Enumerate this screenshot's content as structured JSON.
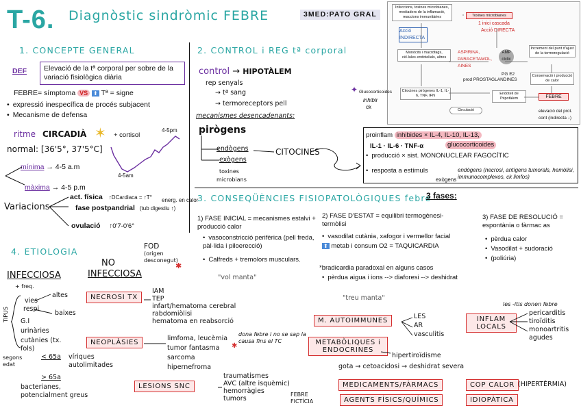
{
  "header": {
    "code": "T-6.",
    "title": "Diagnòstic sindròmic FEBRE",
    "course": "3MED:PATO GRAL"
  },
  "s1": {
    "title": "1. CONCEPTE GENERAL",
    "def_label": "DEF",
    "def_text": "Elevació de la tª corporal per sobre de la variació fisiològica diària",
    "febre_line_a": "FEBRE= símptoma",
    "vs": "VS",
    "febre_line_b": "Tª = signe",
    "bullets": [
      "expressió inespecífica de procés subjacent",
      "Mecanisme de defensa"
    ],
    "ritme_label": "ritme",
    "circadia": "CIRCADIÀ",
    "cortisol": "+ cortisol",
    "time_top": "4-5pm",
    "time_bottom": "4-5am",
    "normal": "normal: [36'5°, 37'5°C]",
    "minima_label": "mínima",
    "minima_time": "→ 4-5 a.m",
    "maxima_label": "màxima",
    "maxima_time": "→ 4-5 p.m",
    "variacions": "Variacions",
    "act_fisica": "act. física",
    "act_fisica_note": "↑DCardiaca = ↑T°",
    "fase_post": "fase postpandrial",
    "fase_post_note": "(tub digestiu ↑)",
    "fase_post_small": "energ. en calor",
    "ovulacio": "ovulació",
    "ovulacio_note": "↑0'7-0'6°"
  },
  "s2": {
    "title": "2. CONTROL i REG tª corporal",
    "control": "control",
    "hipotalem": "HIPOTÀLEM",
    "rep": "rep senyals",
    "tsang": "→ tª sang",
    "termo": "→ termoreceptors pell",
    "mecanismes": "mecanismes desencadenants:",
    "pirogens": "pirògens",
    "endogens": "endògens",
    "exogens": "exògens",
    "citocines": "CITOCINES",
    "toxines": "toxines",
    "microbians": "microbians",
    "proinflam": "proinflam",
    "proinflam_hl": "inhibides × IL-4, IL-10, IL-13,",
    "glucocort": "glucocorticoides",
    "il_line": "IL-1 · IL-6 · TNF-α",
    "produccio": "producció × sist. MONONUCLEAR FAGOCÍTIC",
    "resposta": "resposta a estímuls",
    "resposta_note": "endògens (necrosi, antígens tumorals, hemòlisi, immunocomplexos, ck limfos)",
    "exogens_small": "exògens"
  },
  "flow": {
    "infeccions": "Infeccions, toxines microbianes, mediadors de la inflamació, reaccions immunitàries",
    "toxines": "Toxines microbianes",
    "acc_indirecta": "Acció INDIRECTA",
    "acc_directa": "Acció DIRECTA",
    "inici": "1 inici cascada",
    "monocits": "Monòcits i macròfags, cèl·lules endotelials, altres",
    "aspirina": "ASPIRINA, PARACETAMOL, AINES",
    "amp": "AMP cíclic",
    "increment": "Increment del punt d'ajust de la termoregulació",
    "citocines": "Citocines pirògenes IL-1, IL-6, TNF, IFN",
    "prod": "prod PROSTAGLANDINES",
    "pge2": "PG E2",
    "endotel": "Endoteli de l'hipotàlem",
    "conserv": "Conservació i producció de calor",
    "febre": "FEBRE",
    "circulacio": "Circulació",
    "glucocort": "Glucocorticoides",
    "inhibir": "inhibir",
    "ck": "ck",
    "elevacio": "elevació del prot. cont (indirecta ↓)"
  },
  "s3": {
    "title": "3. CONSEQÜÈNCIES FISIOPATOLÒGIQUES febre",
    "fases": "3 fases:",
    "f1_title": "1) FASE INICIAL = mecanismes estalvi + producció calor",
    "f1_bullets": [
      "vasoconstricció perifèrica (pell freda, pàl·lida i piloerecció)",
      "Calfreds + tremolors musculars."
    ],
    "f1_quote": "\"vol manta\"",
    "f2_title": "2) FASE D'ESTAT = equilibri termogènesi-termòlisi",
    "f2_bullets": [
      "vasodilat cutània, xafogor i vermellor facial",
      "metab i consum O2 = TAQUICARDIA"
    ],
    "f2_note": "*bradicardia paradoxal en alguns casos",
    "f2_bullet3": "pèrdua aigua i ions --> diaforesi --> deshidrat",
    "f2_quote": "\"treu manta\"",
    "f3_title": "3) FASE DE RESOLUCIÓ = espontània o fàrmac as",
    "f3_bullets": [
      "pèrdua calor",
      "Vasodilat + sudoració",
      "(poliúria)"
    ]
  },
  "s4": {
    "title": "4. ETIOLOGIA",
    "fod": "FOD",
    "fod_sub": "(origen desconegut)",
    "no": "NO",
    "no_infecciosa": "INFECCIOSA",
    "infecciosa": "INFECCIOSA",
    "freq": "+ freq.",
    "vies": "vies",
    "respi": "respi",
    "altes": "altes",
    "baixes": "baixes",
    "gi": "G.I",
    "urinaries": "urinàries",
    "cutanies": "cutànies (tx. fols)",
    "tipus": "TIPUS",
    "segons_edat": "segons edat",
    "lt65": "< 65a",
    "virus": "víriques autolimitades",
    "gt65": "> 65a",
    "bacteria": "bacterianes, potencialment greus",
    "necrosi": "NECROSI TX",
    "necrosi_items": [
      "IAM",
      "TEP",
      "infart/hematoma cerebral",
      "rabdomiòlisi",
      "hematoma en reabsorció"
    ],
    "neoplasies": "NEOPLÀSIES",
    "neo_items": [
      "limfoma, leucèmia",
      "tumor fantasma",
      "sarcoma",
      "hipernefroma"
    ],
    "neo_note": "dona febre i no se sap la causa fins el TC",
    "lesions": "LESIONS SNC",
    "lesions_items": [
      "traumatismes",
      "AVC (altre isquèmic)",
      "hemorràgies",
      "tumors"
    ],
    "febre_fictica": "FEBRE FICTÍCIA",
    "mautoimm": "M. AUTOIMMUNES",
    "mautoimm_items": [
      "LES",
      "AR",
      "vasculitis"
    ],
    "metabol": "METABÒLIQUES i ENDOCRINES",
    "metabol_items": [
      "hipertiroïdisme",
      "gota → cetoacidosi → deshidrat severa"
    ],
    "medicaments": "MEDICAMENTS/FÀRMACS",
    "agents": "AGENTS FÍSICS/QUÍMICS",
    "inflam": "INFLAM LOCALS",
    "inflam_note": "les -itis donen febre",
    "inflam_items": [
      "pericarditis",
      "tiroïditis",
      "monoartritis agudes"
    ],
    "cop": "COP CALOR",
    "cop_note": "(HIPERTÈRMIA)",
    "idiopatica": "IDIOPÀTICA"
  }
}
